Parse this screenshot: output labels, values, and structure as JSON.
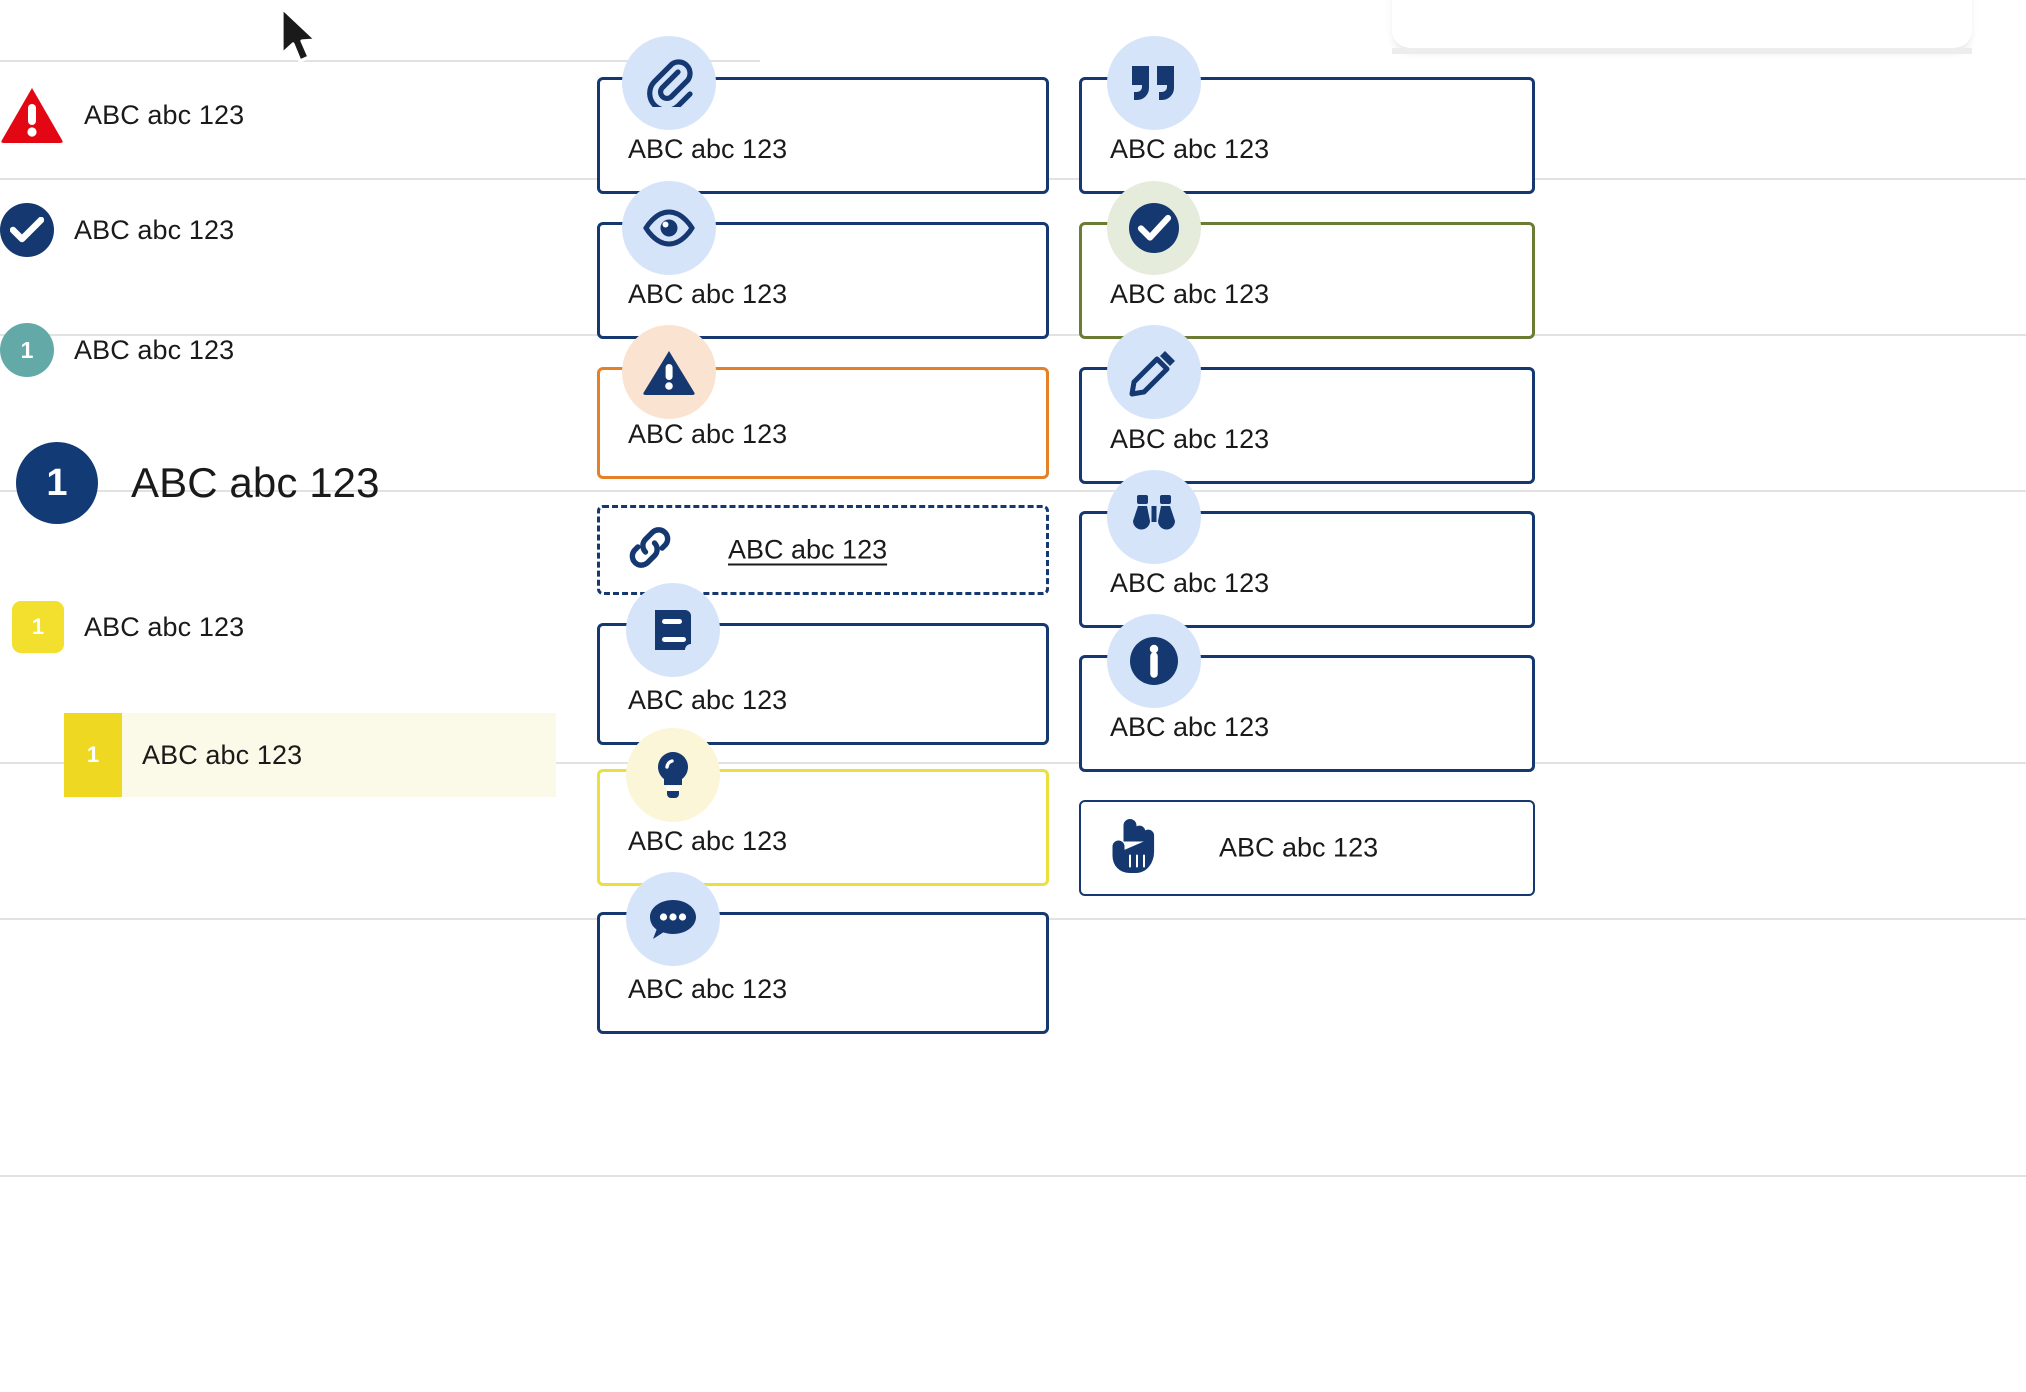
{
  "sample_text": "ABC abc 123",
  "colors": {
    "brand_navy": "#14386f",
    "alert_red": "#e30613",
    "teal": "#63a9a8",
    "yellow": "#f2df2e",
    "orange": "#e58026",
    "olive": "#6b7d35",
    "highlight_bg": "#fbfae8",
    "halo_blue": "#d6e4fa",
    "halo_peach": "#fbe3d1",
    "halo_green": "#e6ecdc",
    "halo_cream": "#fbf6d8",
    "divider": "#e2e2e2"
  },
  "left_column": {
    "items": [
      {
        "badge_type": "warning-triangle",
        "badge_icon": "alert-triangle-icon",
        "badge_value": "",
        "label": "ABC abc 123",
        "size": "normal"
      },
      {
        "badge_type": "check-circle",
        "badge_icon": "check-circle-icon",
        "badge_value": "",
        "label": "ABC abc 123",
        "size": "normal"
      },
      {
        "badge_type": "numbered-circle-teal",
        "badge_icon": "number-badge-icon",
        "badge_value": "1",
        "label": "ABC abc 123",
        "size": "normal"
      },
      {
        "badge_type": "numbered-circle-navy",
        "badge_icon": "number-badge-icon",
        "badge_value": "1",
        "label": "ABC abc 123",
        "size": "large"
      },
      {
        "badge_type": "numbered-square-yellow",
        "badge_icon": "number-badge-icon",
        "badge_value": "1",
        "label": "ABC abc 123",
        "size": "normal"
      },
      {
        "badge_type": "numbered-square-yellow-highlighted",
        "badge_icon": "number-badge-icon",
        "badge_value": "1",
        "label": "ABC abc 123",
        "size": "normal",
        "highlighted": true
      }
    ]
  },
  "middle_column": {
    "cards": [
      {
        "icon": "paperclip-icon",
        "icon_halo": "blue",
        "border": "navy",
        "text": "ABC abc 123",
        "style": "block"
      },
      {
        "icon": "eye-icon",
        "icon_halo": "blue",
        "border": "navy",
        "text": "ABC abc 123",
        "style": "block"
      },
      {
        "icon": "alert-triangle-icon",
        "icon_halo": "peach",
        "border": "orange",
        "text": "ABC abc 123",
        "style": "block"
      },
      {
        "icon": "link-icon",
        "icon_halo": "none",
        "border": "navy-dashed",
        "text": "ABC abc 123",
        "style": "inline-link"
      },
      {
        "icon": "book-icon",
        "icon_halo": "blue",
        "border": "navy",
        "text": "ABC abc 123",
        "style": "block"
      },
      {
        "icon": "lightbulb-icon",
        "icon_halo": "cream",
        "border": "yellow",
        "text": "ABC abc 123",
        "style": "block"
      },
      {
        "icon": "chat-bubble-icon",
        "icon_halo": "blue",
        "border": "navy",
        "text": "ABC abc 123",
        "style": "block"
      }
    ]
  },
  "right_column": {
    "cards": [
      {
        "icon": "quote-icon",
        "icon_halo": "blue",
        "border": "navy",
        "text": "ABC abc 123",
        "style": "block"
      },
      {
        "icon": "check-circle-icon",
        "icon_halo": "green",
        "border": "olive",
        "text": "ABC abc 123",
        "style": "block"
      },
      {
        "icon": "pencil-icon",
        "icon_halo": "blue",
        "border": "navy",
        "text": "ABC abc 123",
        "style": "block"
      },
      {
        "icon": "binoculars-icon",
        "icon_halo": "blue",
        "border": "navy",
        "text": "ABC abc 123",
        "style": "block"
      },
      {
        "icon": "info-circle-icon",
        "icon_halo": "blue",
        "border": "navy",
        "text": "ABC abc 123",
        "style": "block"
      },
      {
        "icon": "pointing-hand-icon",
        "icon_halo": "none",
        "border": "navy-thin",
        "text": "ABC abc 123",
        "style": "inline-hand"
      }
    ]
  },
  "cursor": {
    "icon": "mouse-cursor-icon",
    "visible": true
  }
}
